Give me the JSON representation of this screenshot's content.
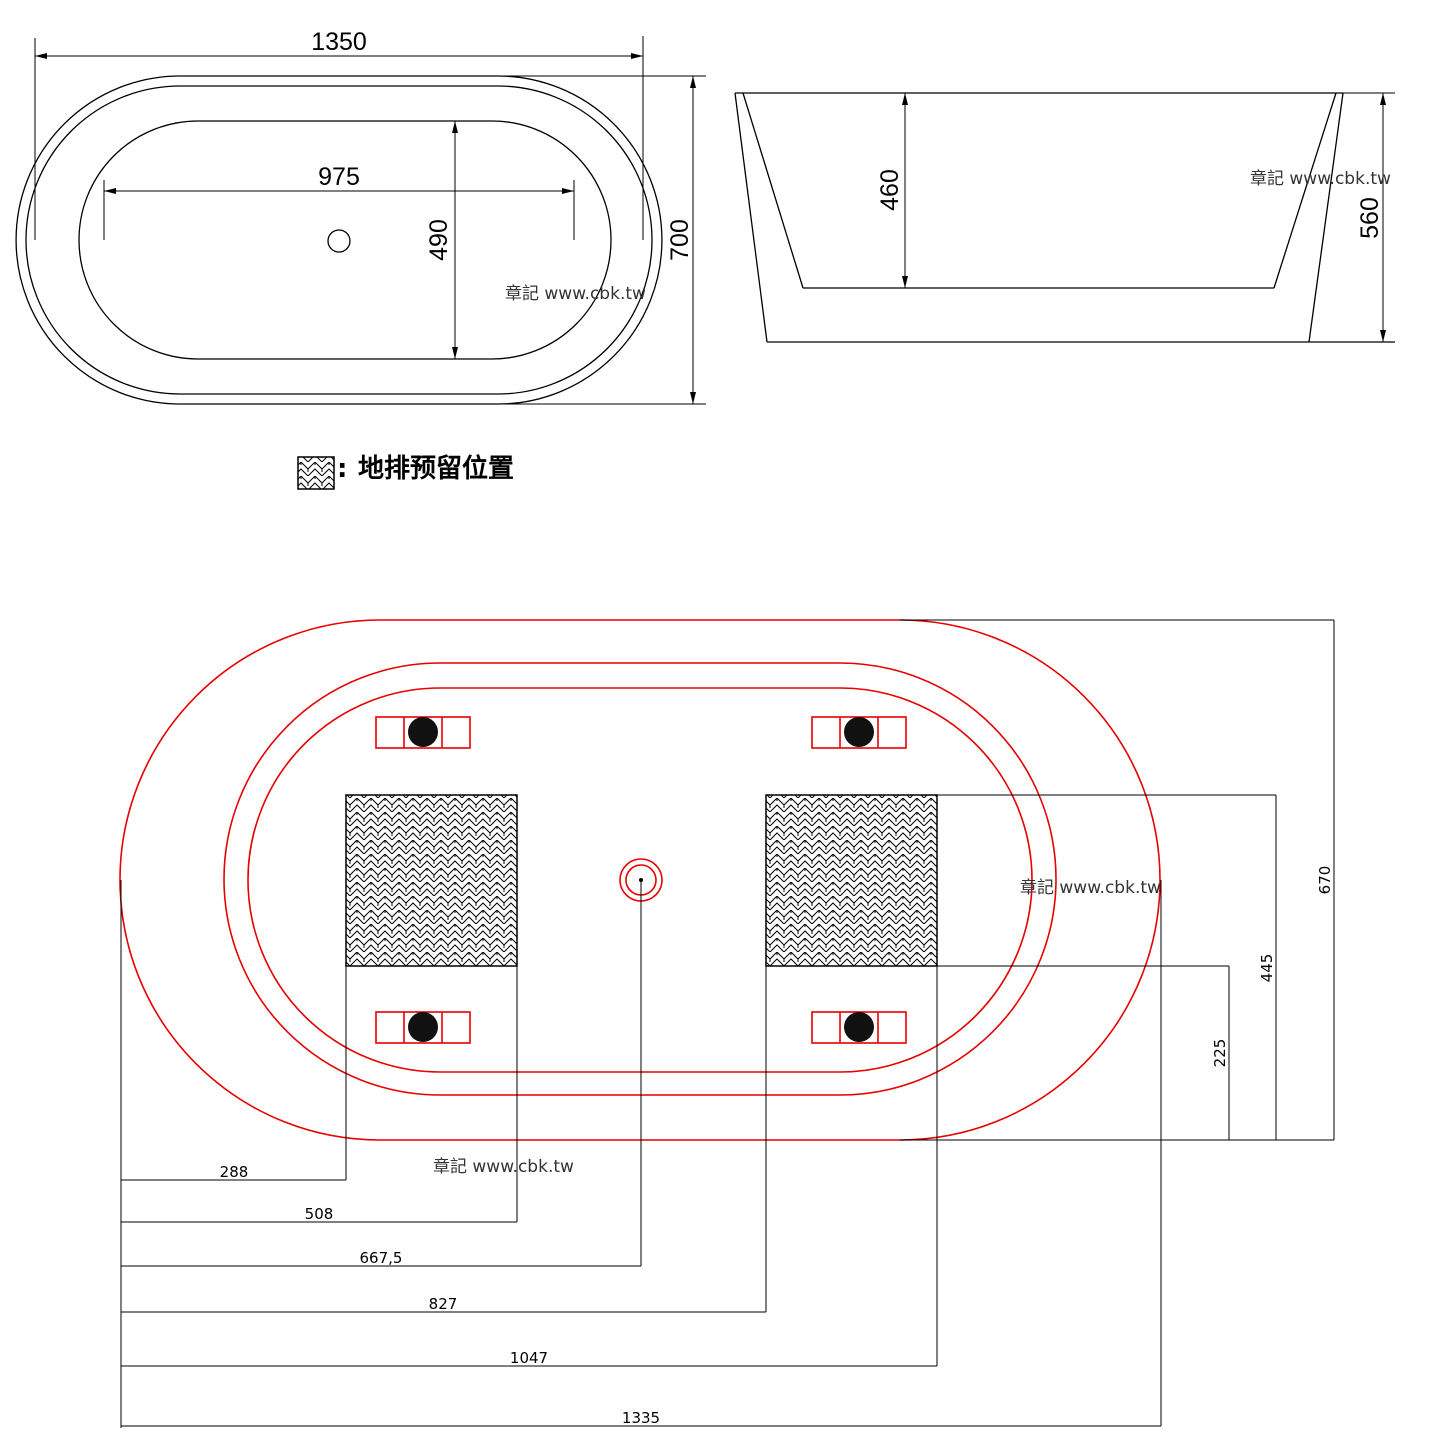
{
  "top_view": {
    "overall_width": "1350",
    "inner_width": "975",
    "inner_depth": "490",
    "overall_depth": "700"
  },
  "side_view": {
    "inner_depth": "460",
    "overall_height": "560"
  },
  "legend": {
    "text": "地排预留位置"
  },
  "watermark": "章記 www.cbk.tw",
  "plan_view": {
    "height_dims": [
      "670",
      "445",
      "225"
    ],
    "width_dims": [
      "288",
      "508",
      "667,5",
      "827",
      "1047",
      "1335"
    ]
  }
}
